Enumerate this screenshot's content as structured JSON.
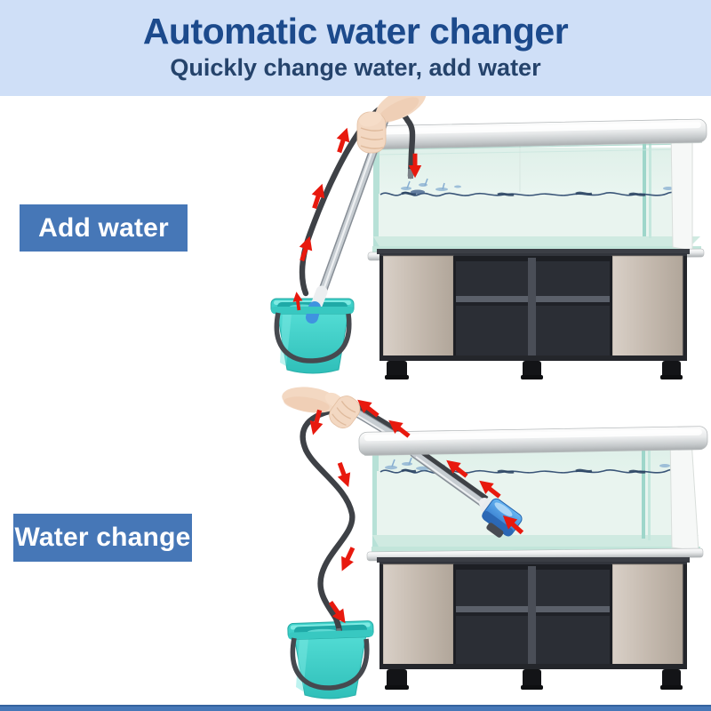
{
  "header": {
    "title": "Automatic water changer",
    "subtitle": "Quickly change water, add water"
  },
  "scenes": [
    {
      "id": "add-water",
      "label": "Add water"
    },
    {
      "id": "water-change",
      "label": "Water change"
    }
  ],
  "icons": {
    "up_arrow": "red-up-arrow-icon",
    "down_arrow": "red-down-arrow-icon"
  },
  "colors": {
    "header_bg": "#cfdff7",
    "title_blue": "#1c4a8c",
    "subtitle_navy": "#25436b",
    "label_bg": "#4677b7",
    "label_text": "#ffffff",
    "arrow_red": "#e8190e",
    "bucket_teal": "#3ed0c9",
    "pump_blue": "#3f93e0",
    "hose_gray": "#3e4146",
    "tube_silver": "#c6ccd1",
    "tank_glass": "#bfe3da",
    "cabinet_beige": "#ccc2b8",
    "cabinet_dark": "#32353c",
    "skin_tone": "#f3d8c2",
    "bottom_bar": "#4677b7"
  }
}
